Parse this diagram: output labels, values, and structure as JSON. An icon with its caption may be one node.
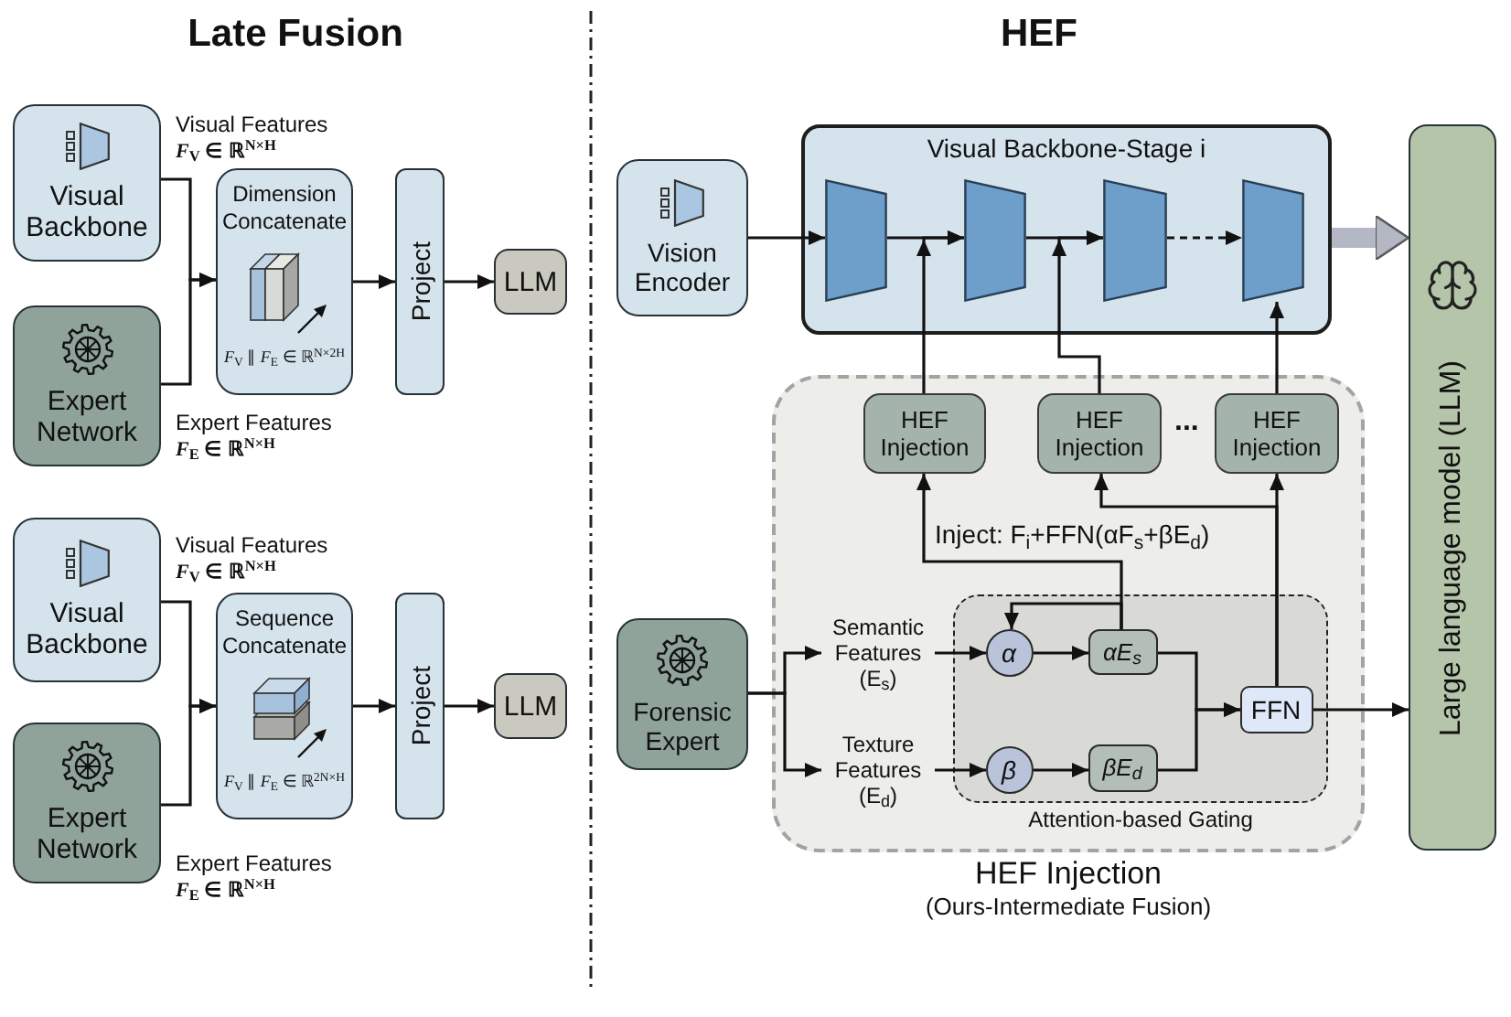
{
  "diagram": {
    "nodes": [
      {
        "text": [
          "Visual Backbone"
        ],
        "beside": [
          "Visual Features",
          "*F*$_{V}$ ∈ ℝ$^{N×H}$"
        ]
      },
      {
        "text": [
          "Expert Network"
        ],
        "beside": [
          "Expert Features",
          "*F*$_{E}$ ∈ ℝ$^{N×H}$"
        ]
      },
      {
        "text": [
          "Dimension Concatenate",
          "*F*$_{V}$ ∥ *F*$_{E}$ ∈ ℝ$^{N×2H}$"
        ]
      },
      {
        "text": [
          "Project"
        ]
      },
      {
        "text": [
          "LLM"
        ]
      },
      {
        "text": [
          "Visual Backbone"
        ],
        "beside": [
          "Visual Features",
          "*F*$_{V}$ ∈ ℝ$^{N×H}$"
        ]
      },
      {
        "text": [
          "Expert Network"
        ],
        "beside": [
          "Expert Features",
          "*F*$_{E}$ ∈ ℝ$^{N×H}$"
        ]
      },
      {
        "text": [
          "Sequence Concatenate",
          "*F*$_{V}$ ∥ *F*$_{E}$ ∈ ℝ$^{2N×H}$"
        ]
      },
      {
        "text": [
          "Project"
        ]
      },
      {
        "text": [
          "LLM"
        ]
      },
      {
        "text": [
          "Vision Encoder"
        ]
      },
      {
        "text": [
          "Visual Backbone-Stage i"
        ]
      },
      {
        "text": [],
        "shape": "trapezoid",
        "in": 11
      },
      {
        "text": [],
        "shape": "trapezoid",
        "in": 11
      },
      {
        "text": [],
        "shape": "trapezoid",
        "in": 11
      },
      {
        "text": [],
        "shape": "trapezoid",
        "in": 11
      },
      {
        "text": [
          "Large language model (LLM)"
        ]
      },
      {
        "text": [
          "HEF Injection",
          "(Ours-Intermediate Fusion)"
        ]
      },
      {
        "text": [
          "HEF Injection"
        ],
        "in": 17
      },
      {
        "text": [
          "HEF Injection"
        ],
        "in": 17
      },
      {
        "text": [
          "HEF Injection"
        ],
        "in": 17
      },
      {
        "text": [
          "Forensic Expert"
        ]
      },
      {
        "text": [
          "Semantic Features (E$_{s}$)"
        ],
        "in": 17
      },
      {
        "text": [
          "Texture Features (E$_{d}$)"
        ],
        "in": 17
      },
      {
        "text": [
          "Attention-based Gating"
        ],
        "in": 17
      },
      {
        "text": [
          "α"
        ],
        "in": 24
      },
      {
        "text": [
          "αE$_{s}$"
        ],
        "in": 24
      },
      {
        "text": [
          "β"
        ],
        "in": 24
      },
      {
        "text": [
          "βE$_{d}$"
        ],
        "in": 24
      },
      {
        "text": [
          "FFN"
        ],
        "in": 24
      }
    ],
    "edges": [
      {
        "from": 0,
        "to": 2,
        "arrow": "to"
      },
      {
        "from": 1,
        "to": 2,
        "arrow": "to"
      },
      {
        "from": 2,
        "to": 3,
        "arrow": "to"
      },
      {
        "from": 3,
        "to": 4,
        "arrow": "to"
      },
      {
        "from": 5,
        "to": 7,
        "arrow": "to"
      },
      {
        "from": 6,
        "to": 7,
        "arrow": "to"
      },
      {
        "from": 7,
        "to": 8,
        "arrow": "to"
      },
      {
        "from": 8,
        "to": 9,
        "arrow": "to"
      },
      {
        "from": 10,
        "to": 12,
        "arrow": "to"
      },
      {
        "from": 12,
        "to": 13,
        "arrow": "to"
      },
      {
        "from": 13,
        "to": 14,
        "arrow": "to"
      },
      {
        "from": 14,
        "to": 15,
        "arrow": "to",
        "style": "dashed"
      },
      {
        "from": 11,
        "to": 16,
        "arrow": "to",
        "style": "thick",
        "color": "#b4b8c4"
      },
      {
        "from": 18,
        "to": 13,
        "arrow": "to"
      },
      {
        "from": 19,
        "to": 14,
        "arrow": "to"
      },
      {
        "from": 20,
        "to": 15,
        "arrow": "to"
      },
      {
        "from": 21,
        "to": 22,
        "arrow": "to"
      },
      {
        "from": 21,
        "to": 23,
        "arrow": "to"
      },
      {
        "from": 22,
        "to": 25,
        "arrow": "to"
      },
      {
        "from": 23,
        "to": 27,
        "arrow": "to"
      },
      {
        "from": 25,
        "to": 26,
        "arrow": "to"
      },
      {
        "from": 27,
        "to": 28,
        "arrow": "to"
      },
      {
        "from": 26,
        "to": 29,
        "arrow": "to"
      },
      {
        "from": 28,
        "to": 29,
        "arrow": "to"
      },
      {
        "from": 29,
        "to": 16,
        "arrow": "to"
      },
      {
        "from": 29,
        "to": 19,
        "arrow": "to"
      },
      {
        "from": 29,
        "to": 20,
        "arrow": "to"
      },
      {
        "from": 26,
        "to": 25,
        "arrow": "to"
      },
      {
        "from": 26,
        "to": 18,
        "arrow": "to"
      }
    ],
    "labels": [
      "Late Fusion",
      "HEF",
      "...",
      "Inject: F$_{i}$+FFN(αF$_{s}$+βE$_{d}$)"
    ]
  }
}
